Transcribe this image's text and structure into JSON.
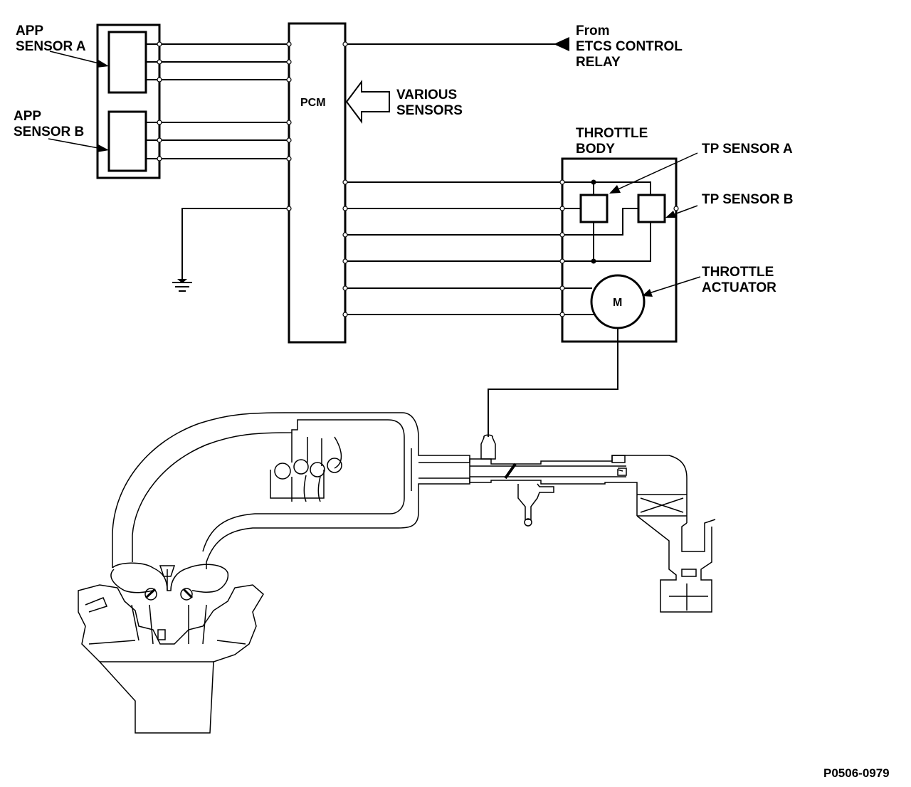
{
  "labels": {
    "app_sensor_a": [
      "APP",
      "SENSOR A"
    ],
    "app_sensor_b": [
      "APP",
      "SENSOR B"
    ],
    "pcm": "PCM",
    "various_sensors": [
      "VARIOUS",
      "SENSORS"
    ],
    "from_etcs": [
      "From",
      "ETCS CONTROL",
      "RELAY"
    ],
    "throttle_body": [
      "THROTTLE",
      "BODY"
    ],
    "tp_sensor_a": "TP SENSOR A",
    "tp_sensor_b": "TP SENSOR B",
    "throttle_actuator": [
      "THROTTLE",
      "ACTUATOR"
    ],
    "motor": "M",
    "figure_id": "P0506-0979"
  }
}
